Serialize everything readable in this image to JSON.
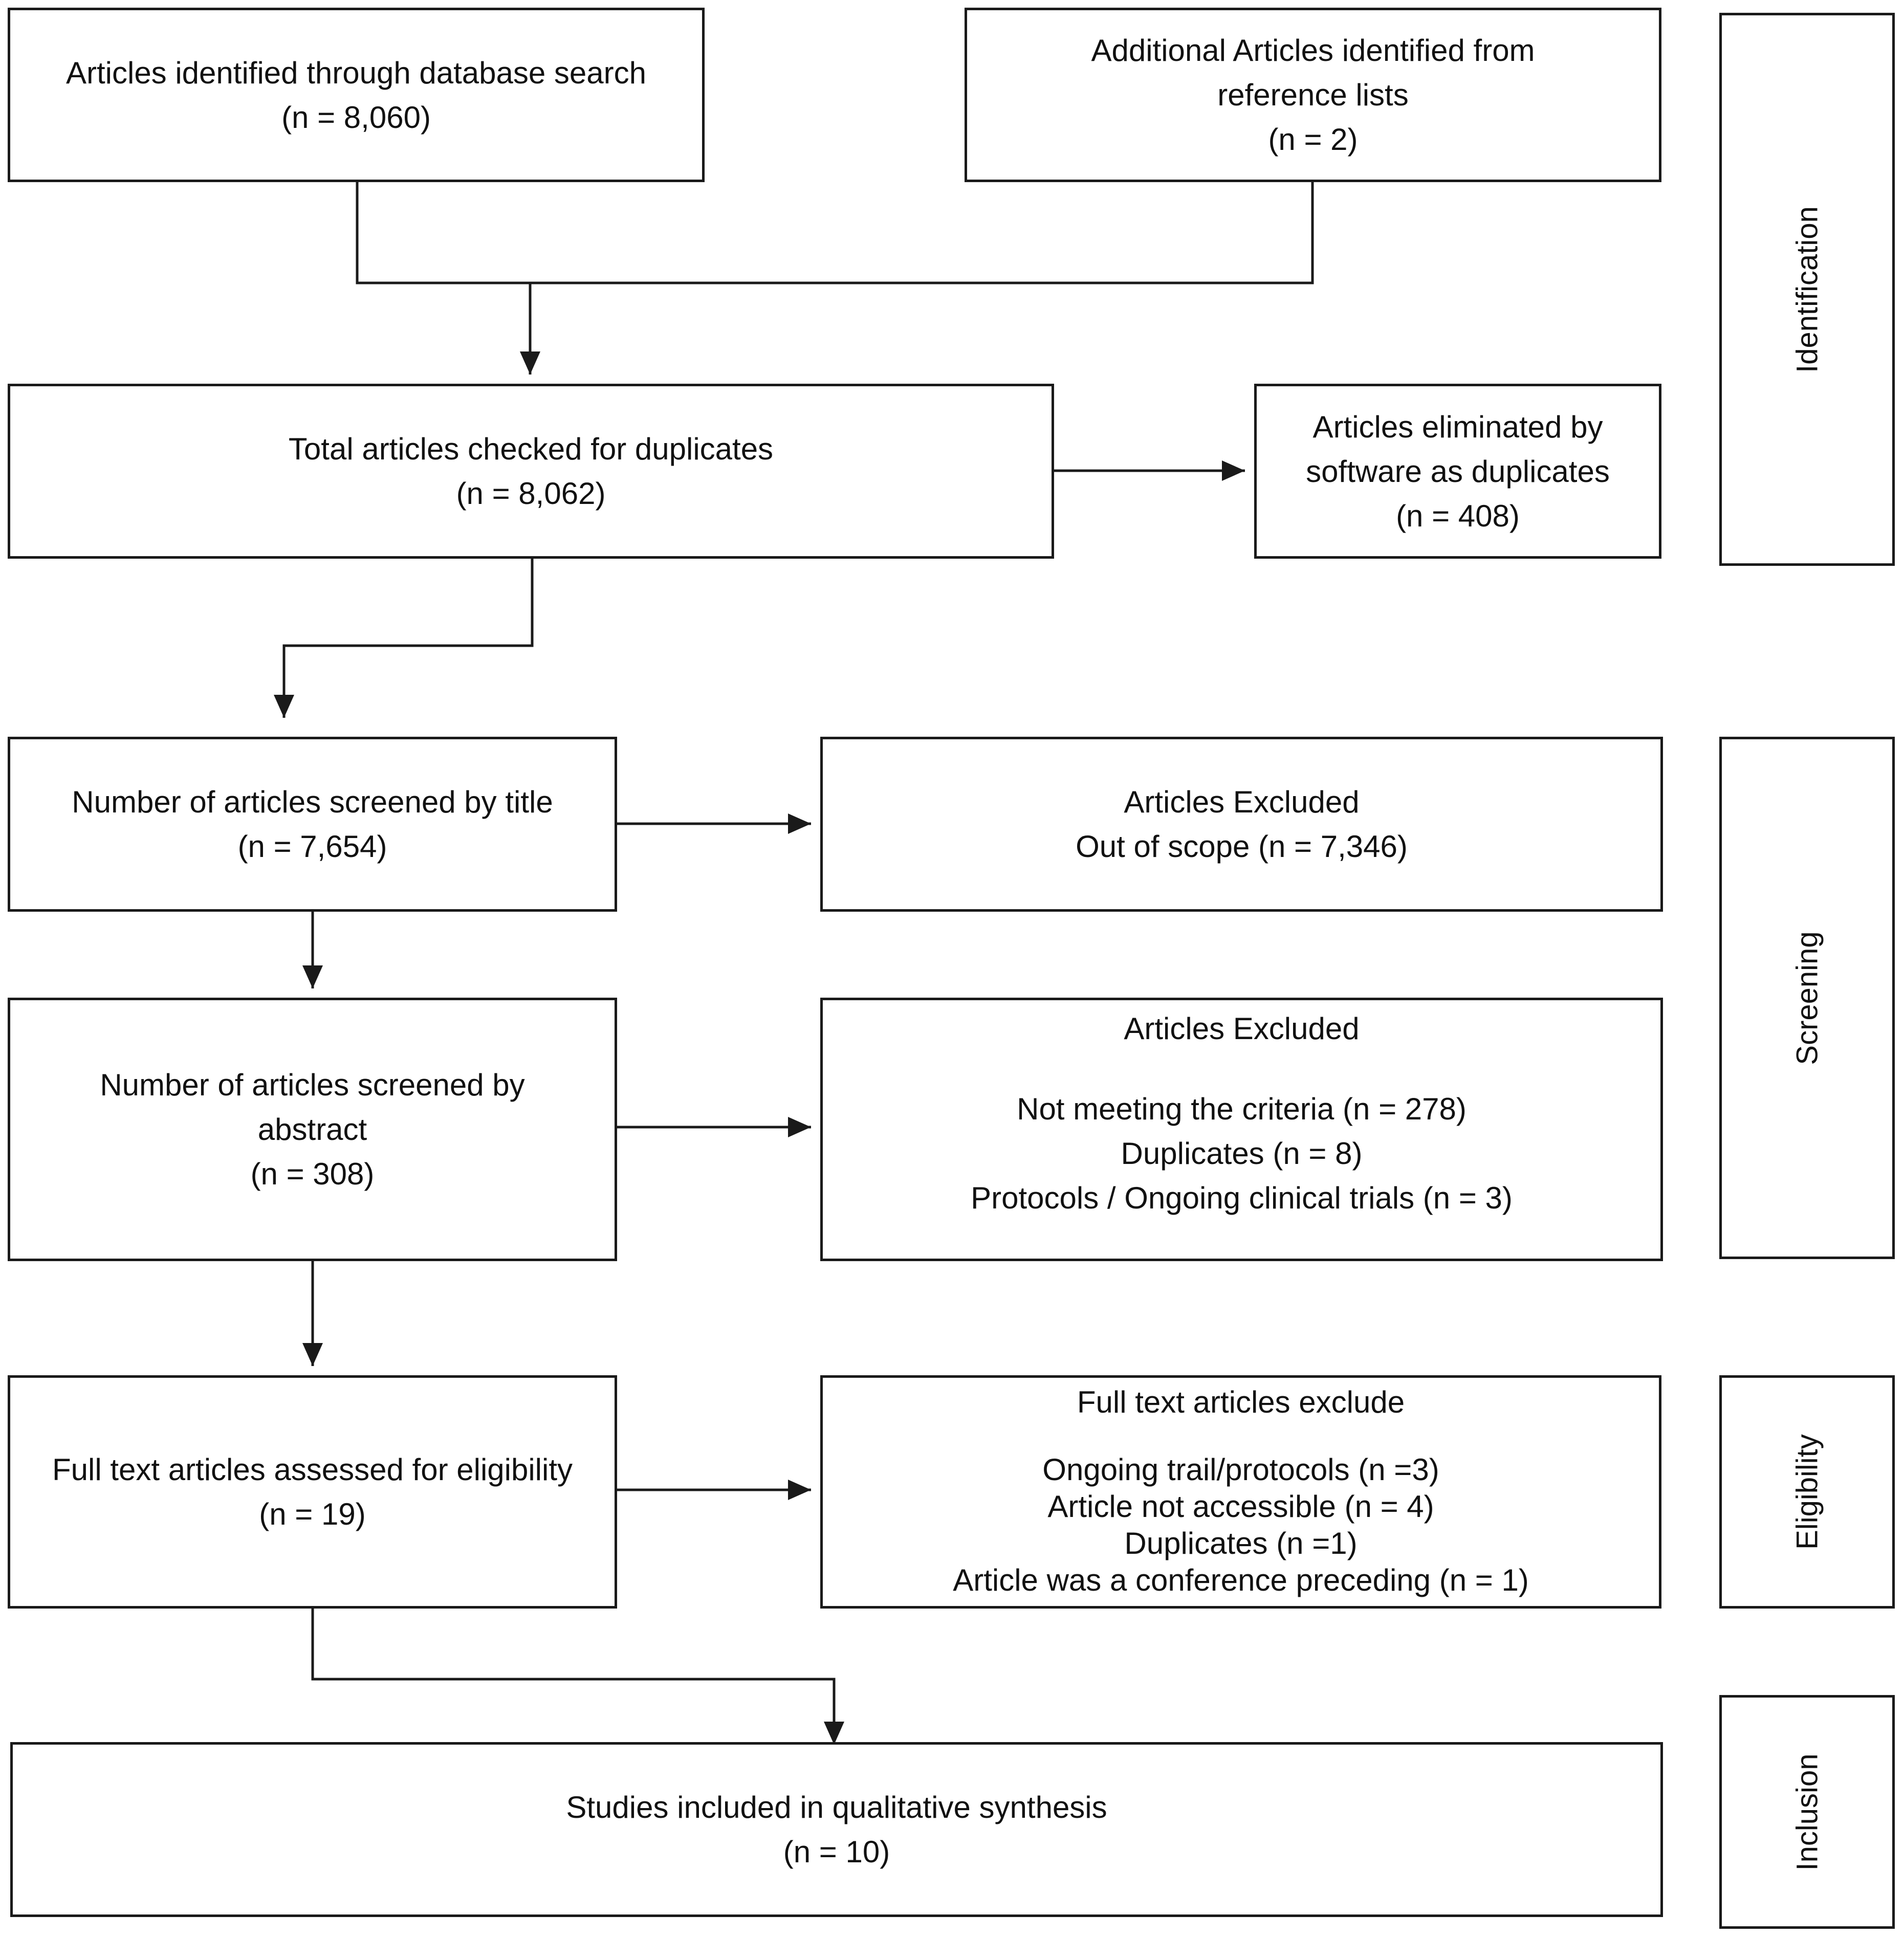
{
  "identification": {
    "database": {
      "label": "Articles identified through database search",
      "count": "(n = 8,060)"
    },
    "reference": {
      "label_line1": "Additional Articles identified from",
      "label_line2": "reference lists",
      "count": "(n = 2)"
    },
    "duplicates_checked": {
      "label": "Total articles checked for duplicates",
      "count": "(n = 8,062)"
    },
    "eliminated": {
      "label_line1": "Articles eliminated by",
      "label_line2": "software as duplicates",
      "count": "(n = 408)"
    }
  },
  "screening": {
    "title_screen": {
      "label": "Number of articles screened by title",
      "count": "(n = 7,654)"
    },
    "title_excluded": {
      "heading": "Articles Excluded",
      "line1": "Out of scope (n = 7,346)"
    },
    "abstract_screen": {
      "label_line1": "Number of articles screened by",
      "label_line2": "abstract",
      "count": "(n = 308)"
    },
    "abstract_excluded": {
      "heading": "Articles Excluded",
      "line1": "Not meeting the criteria (n = 278)",
      "line2": "Duplicates (n = 8)",
      "line3": "Protocols / Ongoing clinical trials (n = 3)"
    }
  },
  "eligibility": {
    "fulltext": {
      "label": "Full text articles assessed for eligibility",
      "count": "(n = 19)"
    },
    "fulltext_excluded": {
      "heading": "Full text articles exclude",
      "line1": "Ongoing trail/protocols (n =3)",
      "line2": "Article not accessible (n = 4)",
      "line3": "Duplicates (n =1)",
      "line4": "Article was a conference preceding (n = 1)"
    }
  },
  "inclusion": {
    "included": {
      "label": "Studies included in qualitative synthesis",
      "count": "(n = 10)"
    }
  },
  "stages": {
    "identification": "Identification",
    "screening": "Screening",
    "eligibility": "Eligibility",
    "inclusion": "Inclusion"
  },
  "colors": {
    "line": "#1a1a1a",
    "text": "#111111",
    "background": "#ffffff"
  }
}
